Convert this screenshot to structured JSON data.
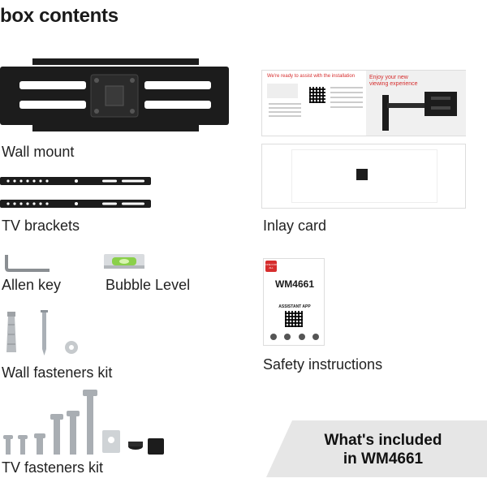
{
  "header": {
    "title": "box contents"
  },
  "items": {
    "wall_mount": "Wall mount",
    "tv_brackets": "TV brackets",
    "allen_key": "Allen key",
    "bubble_level": "Bubble Level",
    "wall_fasteners": "Wall fasteners kit",
    "tv_fasteners": "TV fasteners kit",
    "inlay_card": "Inlay card",
    "safety_instructions": "Safety instructions"
  },
  "inlay": {
    "heading": "We're ready to assist with the installation",
    "tagline": "Enjoy your new viewing experience"
  },
  "safety": {
    "brand": "ONE FOR ALL",
    "model": "WM4661",
    "app": "ASSISTANT APP"
  },
  "banner": {
    "line1": "What's included",
    "line2": "in WM4661"
  },
  "colors": {
    "accent": "#d62d2d",
    "banner_bg": "#e6e6e6",
    "metal": "#b8bcc0",
    "black": "#1c1c1c"
  }
}
